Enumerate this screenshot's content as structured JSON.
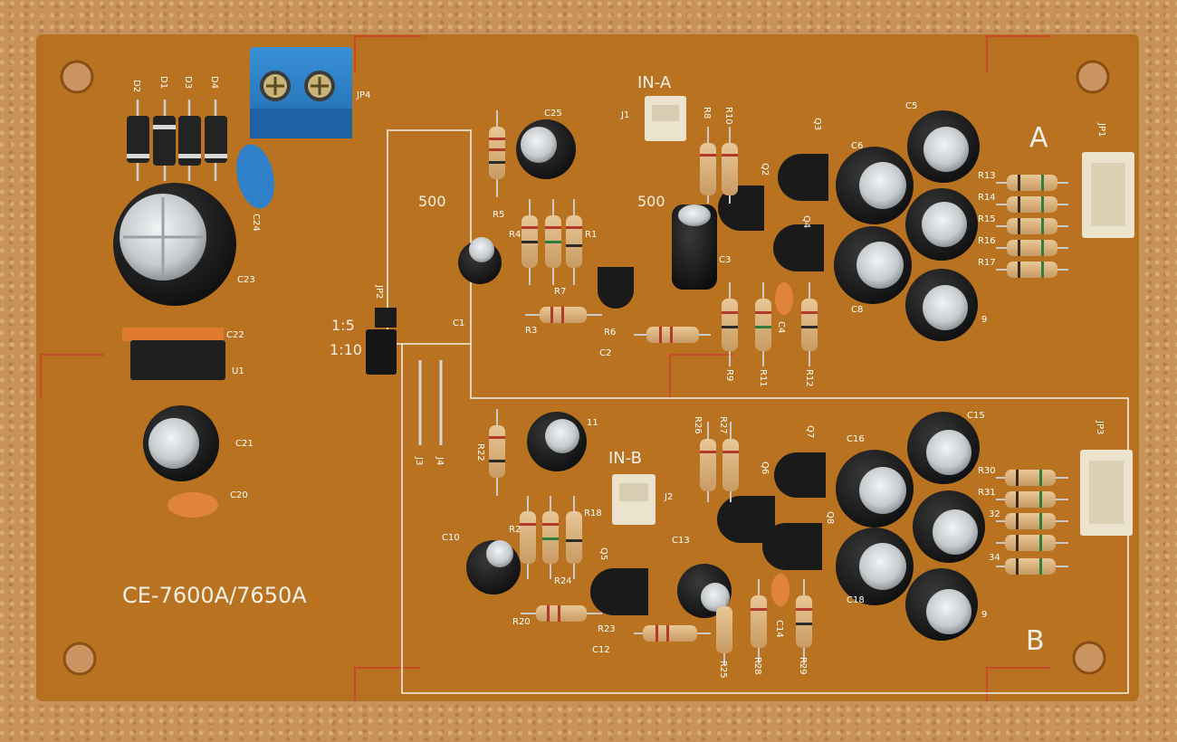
{
  "board": {
    "model": "CE-7600A/7650A",
    "channel_a": "A",
    "channel_b": "B",
    "input_a": "IN-A",
    "input_b": "IN-B",
    "jumper_ratio_1": "1:5",
    "jumper_ratio_2": "1:10",
    "gain_a": "500",
    "gain_b": "500"
  },
  "labels": {
    "D2": "D2",
    "D1": "D1",
    "D3": "D3",
    "D4": "D4",
    "JP4": "JP4",
    "C24": "C24",
    "C23": "C23",
    "C22": "C22",
    "U1": "U1",
    "C21": "C21",
    "C20": "C20",
    "JP2": "JP2",
    "J3": "J3",
    "J4": "J4",
    "C25": "C25",
    "R5": "R5",
    "R4": "R4",
    "R7": "R7",
    "R1": "R1",
    "C1": "C1",
    "R3": "R3",
    "J1": "J1",
    "R8": "R8",
    "R10": "R10",
    "Q2": "Q2",
    "Q3": "Q3",
    "Q4": "Q4",
    "C3": "C3",
    "R6": "R6",
    "C2": "C2",
    "R9": "R9",
    "R11": "R11",
    "C4": "C4",
    "R12": "R12",
    "C5": "C5",
    "C6": "C6",
    "C8": "C8",
    "C9": "9",
    "JP1": "JP1",
    "R13": "R13",
    "R14": "R14",
    "R15": "R15",
    "R16": "R16",
    "R17": "R17",
    "R22": "R22",
    "C11": "11",
    "R18": "R18",
    "R24": "R24",
    "C10": "C10",
    "R20": "R20",
    "J2": "J2",
    "Q5": "Q5",
    "C13": "C13",
    "R26": "R26",
    "R27": "R27",
    "Q6": "Q6",
    "Q7": "Q7",
    "Q8": "Q8",
    "R23": "R23",
    "C12": "C12",
    "R25": "R25",
    "R28": "R28",
    "C14": "C14",
    "R29": "R29",
    "C16": "C16",
    "C15": "C15",
    "C18": "C18",
    "C19": "9",
    "JP3": "JP3",
    "R30": "R30",
    "R31": "R31",
    "R32": "32",
    "R34": "34",
    "R21": "R2"
  },
  "colors": {
    "pcb": "#b7701f",
    "pcb_edge": "#a9641a",
    "silkscreen": "#f3efe6",
    "terminal_blue": "#2c7fc6",
    "cap_body": "#1c1c1c",
    "cap_top": "#cfd3d6",
    "resistor_body": "#d9b07a",
    "connector_white": "#ece3cf",
    "red_mark": "#c84a2a"
  }
}
